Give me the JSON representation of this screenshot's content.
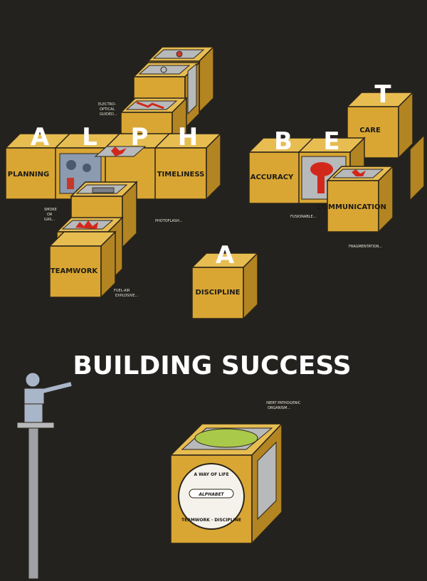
{
  "headline": "BUILDING SUCCESS",
  "letters": [
    "A",
    "L",
    "P",
    "H",
    "B",
    "E",
    "T",
    "A"
  ],
  "labels": {
    "planning": "PLANNING",
    "timeliness": "TIMELINESS",
    "teamwork": "TEAMWORK",
    "accuracy": "ACCURACY",
    "care": "CARE",
    "communication": "COMMUNICATION",
    "discipline": "DISCIPLINE"
  },
  "notes": {
    "electro_line1": "ELECTRO-",
    "electro_line2": "OPTICAL",
    "electro_line3": "GUIDED...",
    "smoke_line1": "SMOKE",
    "smoke_line2": "OR",
    "smoke_line3": "GAS...",
    "photoflash": "PHOTOFLASH...",
    "fuel_line1": "FUEL-AIR",
    "fuel_line2": "EXPLOSIVE...",
    "fusionable": "FUSIONABLE...",
    "fragmentation": "FRAGMENTATION...",
    "inert_line1": "INERT PATHOGENIC",
    "inert_line2": "ORGANISM..."
  },
  "emblem": {
    "top": "A WAY OF LIFE",
    "bottom": "TEAMWORK · DISCIPLINE",
    "logo": "ALPHABET"
  },
  "colors": {
    "background": "#23221f",
    "block_front": "#d9a634",
    "block_top": "#e7bd52",
    "block_side": "#b38422",
    "outline": "#2a2418",
    "panel_grey": "#b7b9bb",
    "red": "#d2281c",
    "green": "#a9c94a"
  }
}
